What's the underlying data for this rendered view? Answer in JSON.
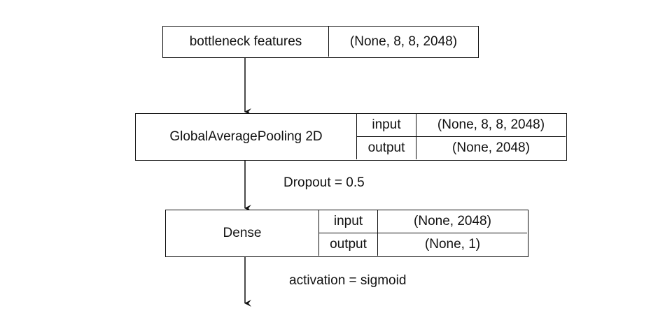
{
  "bottleneck": {
    "label": "bottleneck features",
    "shape": "(None, 8, 8, 2048)"
  },
  "gap_layer": {
    "label": "GlobalAveragePooling 2D",
    "input_label": "input",
    "input_shape": "(None, 8, 8, 2048)",
    "output_label": "output",
    "output_shape": "(None, 2048)"
  },
  "dropout_note": "Dropout = 0.5",
  "dense_layer": {
    "label": "Dense",
    "input_label": "input",
    "input_shape": "(None, 2048)",
    "output_label": "output",
    "output_shape": "(None, 1)"
  },
  "activation_note": "activation = sigmoid"
}
